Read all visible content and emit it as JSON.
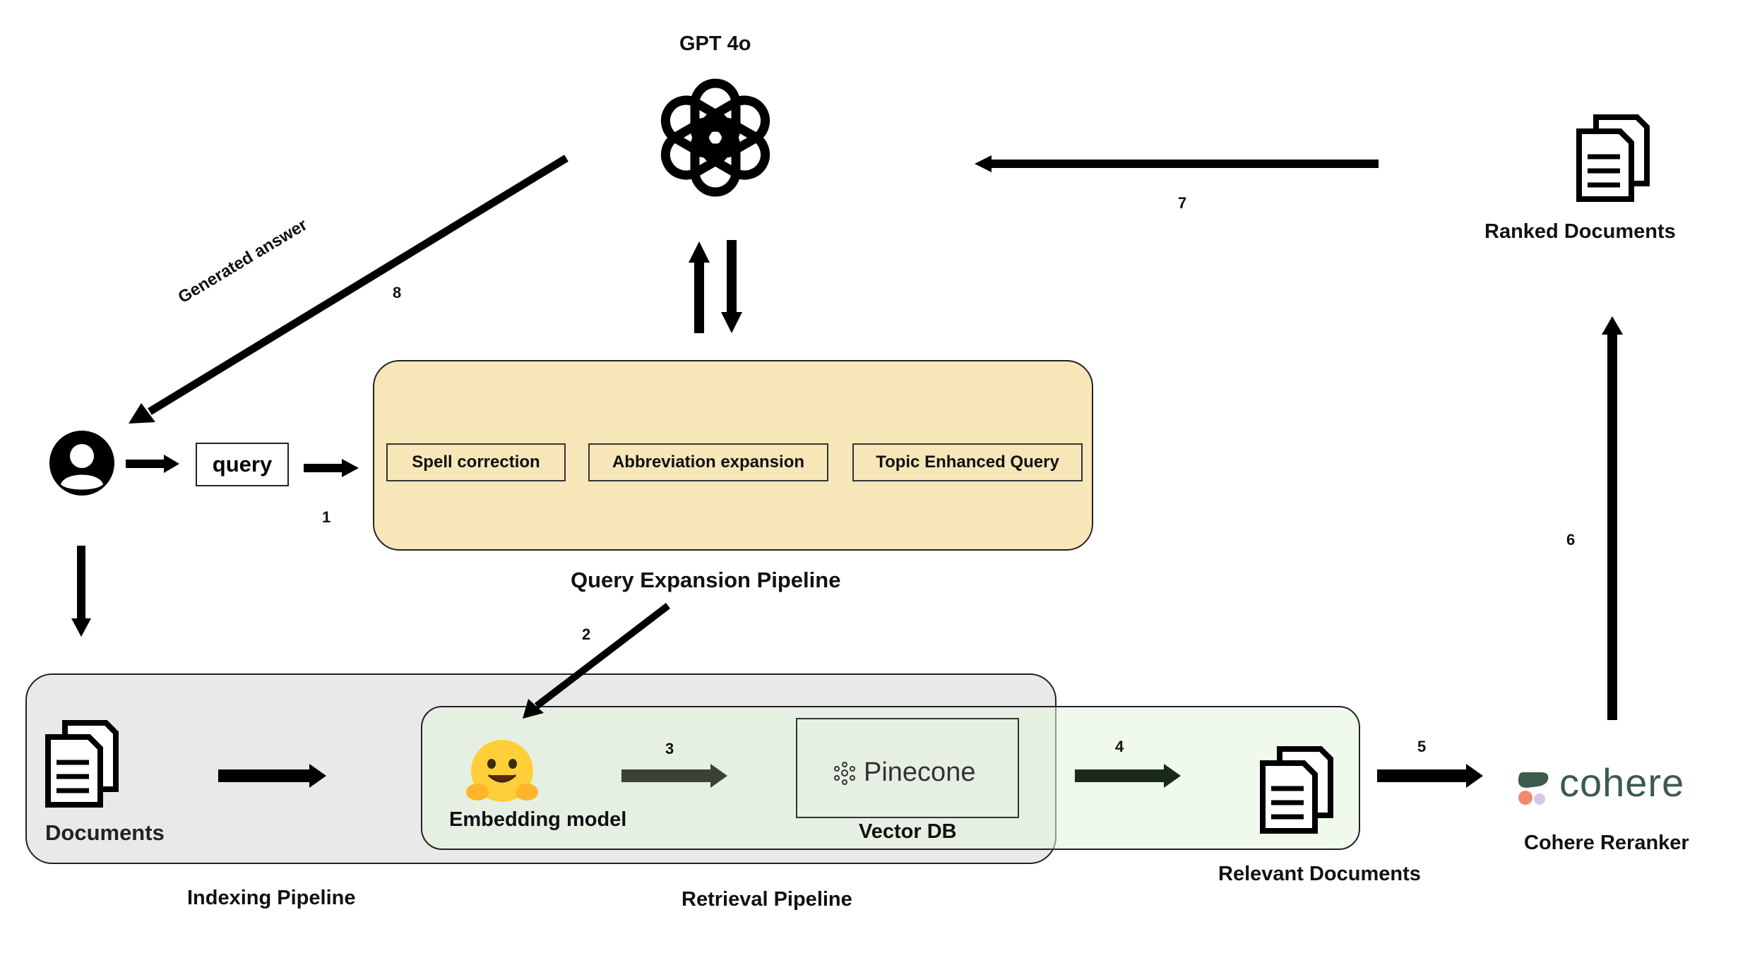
{
  "diagram": {
    "llm_label": "GPT 4o",
    "ranked_docs_label": "Ranked Documents",
    "query_label": "query",
    "query_expansion": {
      "title": "Query Expansion Pipeline",
      "steps": [
        "Spell correction",
        "Abbreviation expansion",
        "Topic Enhanced Query"
      ]
    },
    "documents_label": "Documents",
    "indexing_label": "Indexing Pipeline",
    "retrieval_label": "Retrieval Pipeline",
    "embedding_label": "Embedding model",
    "pinecone_label": "Pinecone",
    "vector_db_label": "Vector DB",
    "relevant_docs_label": "Relevant Documents",
    "cohere_logo_text": "cohere",
    "cohere_reranker_label": "Cohere Reranker",
    "generated_answer_label": "Generated answer",
    "step_numbers": [
      "1",
      "2",
      "3",
      "4",
      "5",
      "6",
      "7",
      "8"
    ]
  },
  "colors": {
    "query_expansion_fill": "#f6e6b8",
    "indexing_fill": "#e9e9e9",
    "retrieval_fill": "#e3f3df",
    "cohere_green": "#3b5b4b",
    "arrow": "#000000"
  }
}
